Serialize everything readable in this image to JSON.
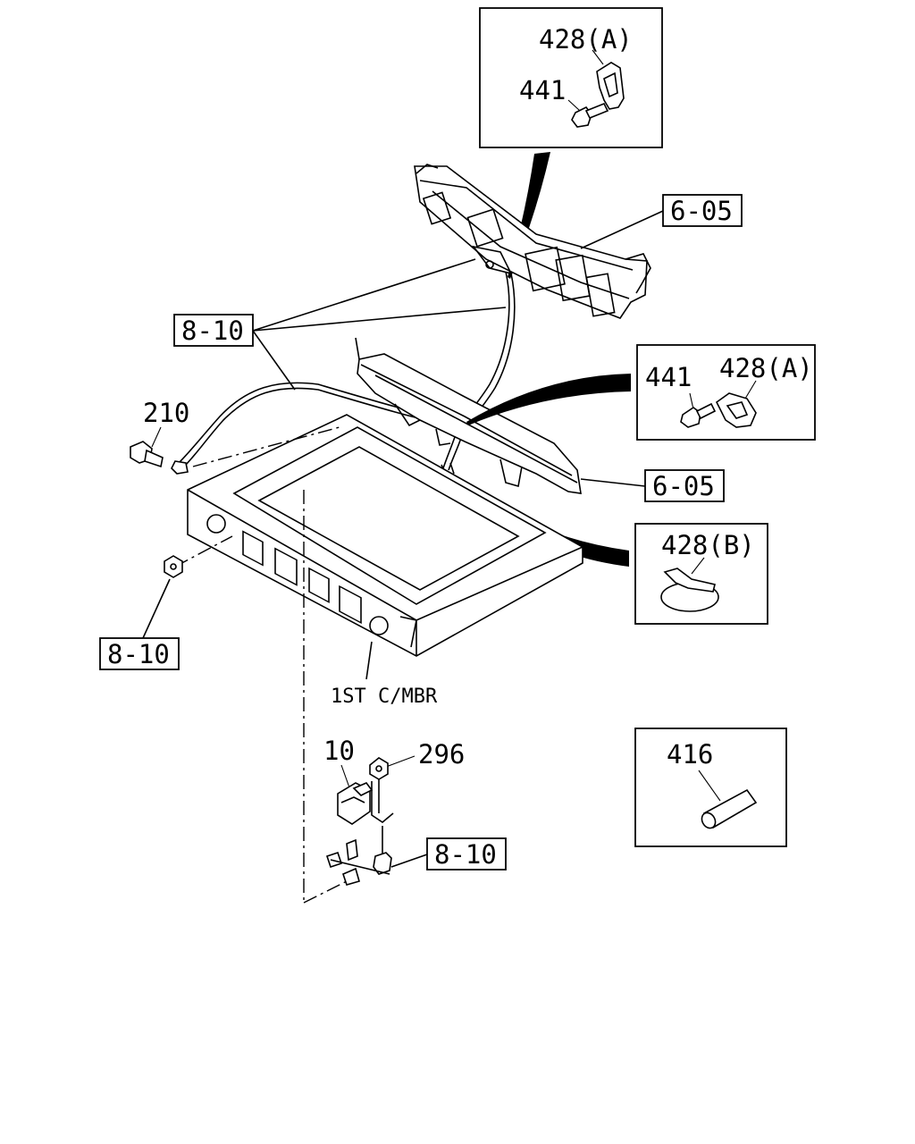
{
  "callouts": {
    "detail_top_clip": "428(A)",
    "detail_top_bolt": "441",
    "detail_mid_bolt": "441",
    "detail_mid_clip": "428(A)",
    "detail_band": "428(B)",
    "detail_sleeve": "416",
    "ref_upper_panel": "6-05",
    "ref_lower_bracket": "6-05",
    "ref_harness": "8-10",
    "ref_nut": "8-10",
    "ref_relay_bracket": "8-10",
    "ground_bolt": "210",
    "relay": "10",
    "relay_nut": "296",
    "crossmember": "1ST C/MBR"
  }
}
